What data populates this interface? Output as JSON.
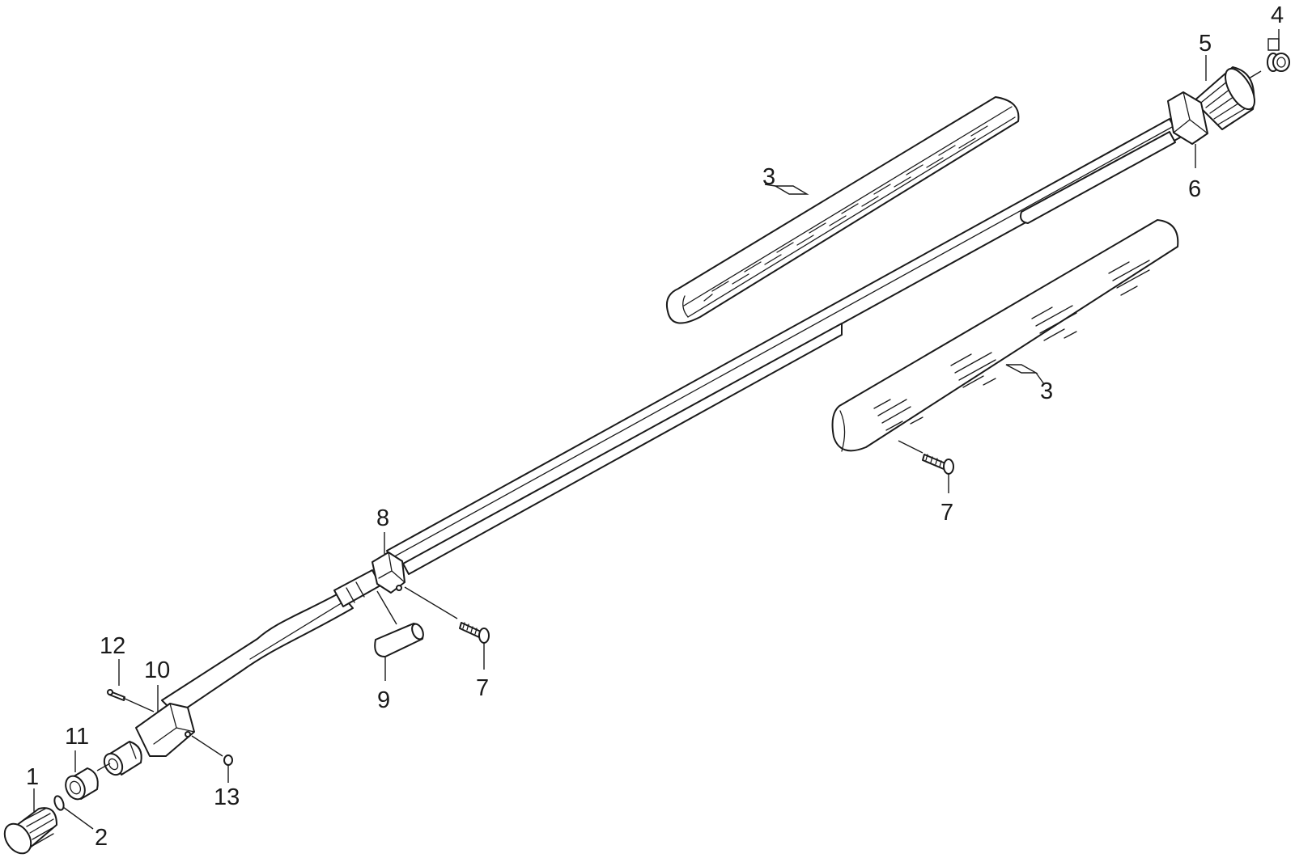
{
  "callouts": [
    {
      "id": "c1",
      "text": "1"
    },
    {
      "id": "c2",
      "text": "2"
    },
    {
      "id": "c3a",
      "text": "3"
    },
    {
      "id": "c3b",
      "text": "3"
    },
    {
      "id": "c4",
      "text": "4"
    },
    {
      "id": "c5",
      "text": "5"
    },
    {
      "id": "c6",
      "text": "6"
    },
    {
      "id": "c7a",
      "text": "7"
    },
    {
      "id": "c7b",
      "text": "7"
    },
    {
      "id": "c8",
      "text": "8"
    },
    {
      "id": "c9",
      "text": "9"
    },
    {
      "id": "c10",
      "text": "10"
    },
    {
      "id": "c11",
      "text": "11"
    },
    {
      "id": "c12",
      "text": "12"
    },
    {
      "id": "c13",
      "text": "13"
    }
  ]
}
